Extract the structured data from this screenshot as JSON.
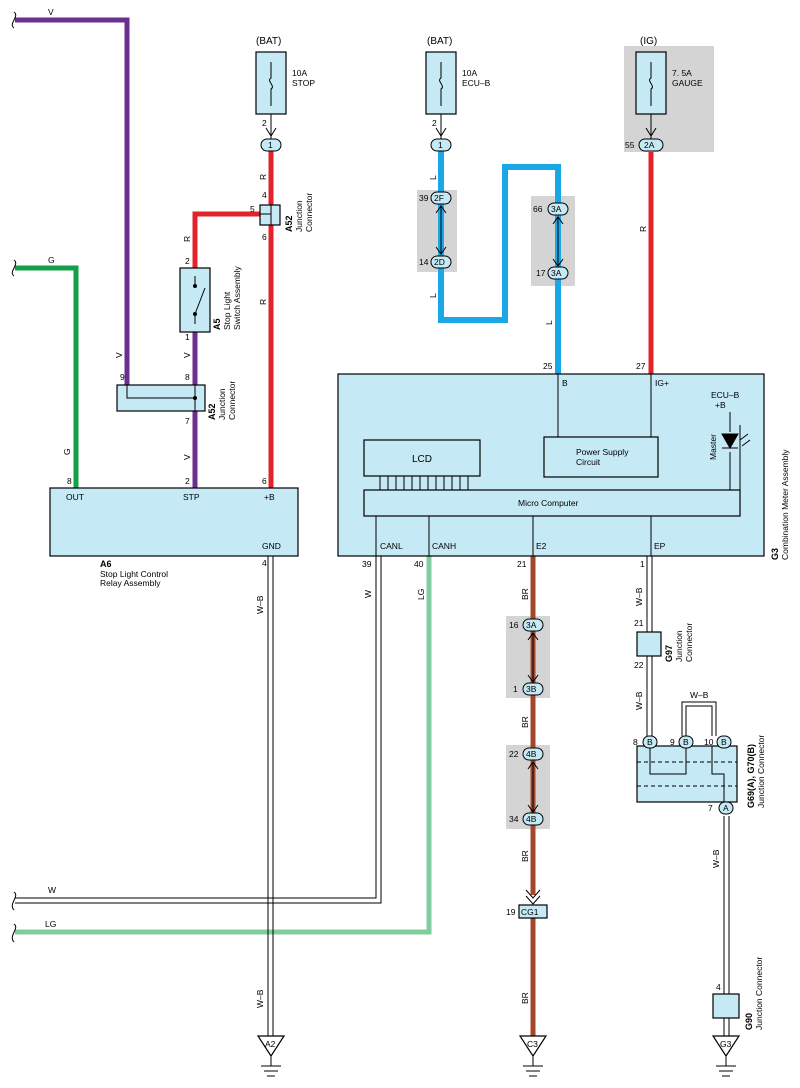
{
  "power_sources": {
    "bat1": "(BAT)",
    "bat2": "(BAT)",
    "ig": "(IG)"
  },
  "fuses": {
    "stop": {
      "amp": "10A",
      "name": "STOP"
    },
    "ecub": {
      "amp": "10A",
      "name": "ECU–B"
    },
    "gauge": {
      "amp": "7. 5A",
      "name": "GAUGE"
    }
  },
  "wire_colors": {
    "V": "V",
    "R": "R",
    "G": "G",
    "L": "L",
    "W": "W",
    "LG": "LG",
    "BR": "BR",
    "WB": "W–B"
  },
  "pins": {
    "p1": "1",
    "p2": "2",
    "p2A": "2A",
    "p2F": "2F",
    "p2D": "2D",
    "p3A": "3A",
    "p3B": "3B",
    "p4": "4",
    "p4B": "4B",
    "p5": "5",
    "p6": "6",
    "p7": "7",
    "p8": "8",
    "p9": "9",
    "p10": "10",
    "p14": "14",
    "p16": "16",
    "p17": "17",
    "p19": "19",
    "p21": "21",
    "p22": "22",
    "p25": "25",
    "p27": "27",
    "p34": "34",
    "p39": "39",
    "p40": "40",
    "p55": "55",
    "p66": "66",
    "pA": "A",
    "pB": "B",
    "pCG1": "CG1"
  },
  "components": {
    "a52": {
      "code": "A52",
      "name_line1": "Junction",
      "name_line2": "Connector"
    },
    "a5": {
      "code": "A5",
      "name_line1": "Stop Light",
      "name_line2": "Switch Assembly"
    },
    "a6": {
      "code": "A6",
      "name_line1": "Stop Light Control",
      "name_line2": "Relay Assembly",
      "out": "OUT",
      "stp": "STP",
      "b_plus": "+B",
      "gnd": "GND"
    },
    "g3": {
      "code": "G3",
      "name": "Combination Meter Assembly",
      "lcd": "LCD",
      "micro": "Micro Computer",
      "psc_line1": "Power Supply",
      "psc_line2": "Circuit",
      "b": "B",
      "ig_plus": "IG+",
      "canl": "CANL",
      "canh": "CANH",
      "e2": "E2",
      "ep": "EP",
      "ecub_line1": "ECU–B",
      "ecub_line2": "+B",
      "master": "Master"
    },
    "g97": {
      "code": "G97",
      "name_line1": "Junction",
      "name_line2": "Connector"
    },
    "g69": {
      "code": "G69(A), G70(B)",
      "name": "Junction Connector"
    },
    "g90": {
      "code": "G90",
      "name": "Junction Connector"
    }
  },
  "grounds": {
    "a2": "A2",
    "c3": "C3",
    "g3": "G3"
  }
}
